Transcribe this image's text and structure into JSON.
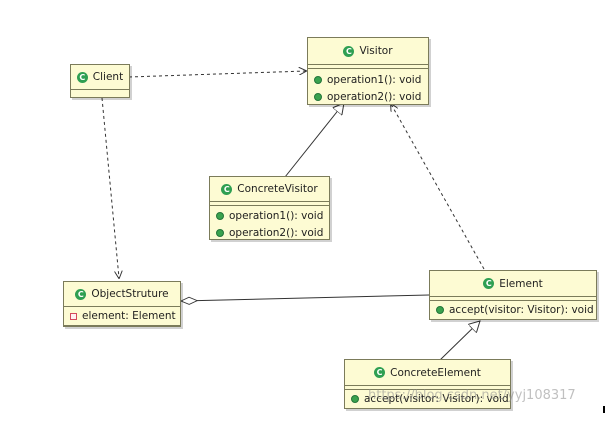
{
  "classes": {
    "client": {
      "name": "Client"
    },
    "visitor": {
      "name": "Visitor",
      "methods": [
        "operation1(): void",
        "operation2(): void"
      ]
    },
    "concrete_visitor": {
      "name": "ConcreteVisitor",
      "methods": [
        "operation1(): void",
        "operation2(): void"
      ]
    },
    "object_structure": {
      "name": "ObjectStruture",
      "fields": [
        "element: Element"
      ]
    },
    "element": {
      "name": "Element",
      "methods": [
        "accept(visitor: Visitor): void"
      ]
    },
    "concrete_element": {
      "name": "ConcreteElement",
      "methods": [
        "accept(visitor: Visitor): void"
      ]
    }
  },
  "icons": {
    "class_icon": "C",
    "method_icon": "public-method-dot",
    "field_icon": "private-field-square"
  },
  "watermark": "https://blog.csdn.net/yyj108317",
  "colors": {
    "box_fill": "#fdfbd3",
    "box_border": "#7b7b5a",
    "class_icon": "#2f9f52",
    "method_icon": "#3aa24e",
    "field_icon": "#d4495a"
  }
}
